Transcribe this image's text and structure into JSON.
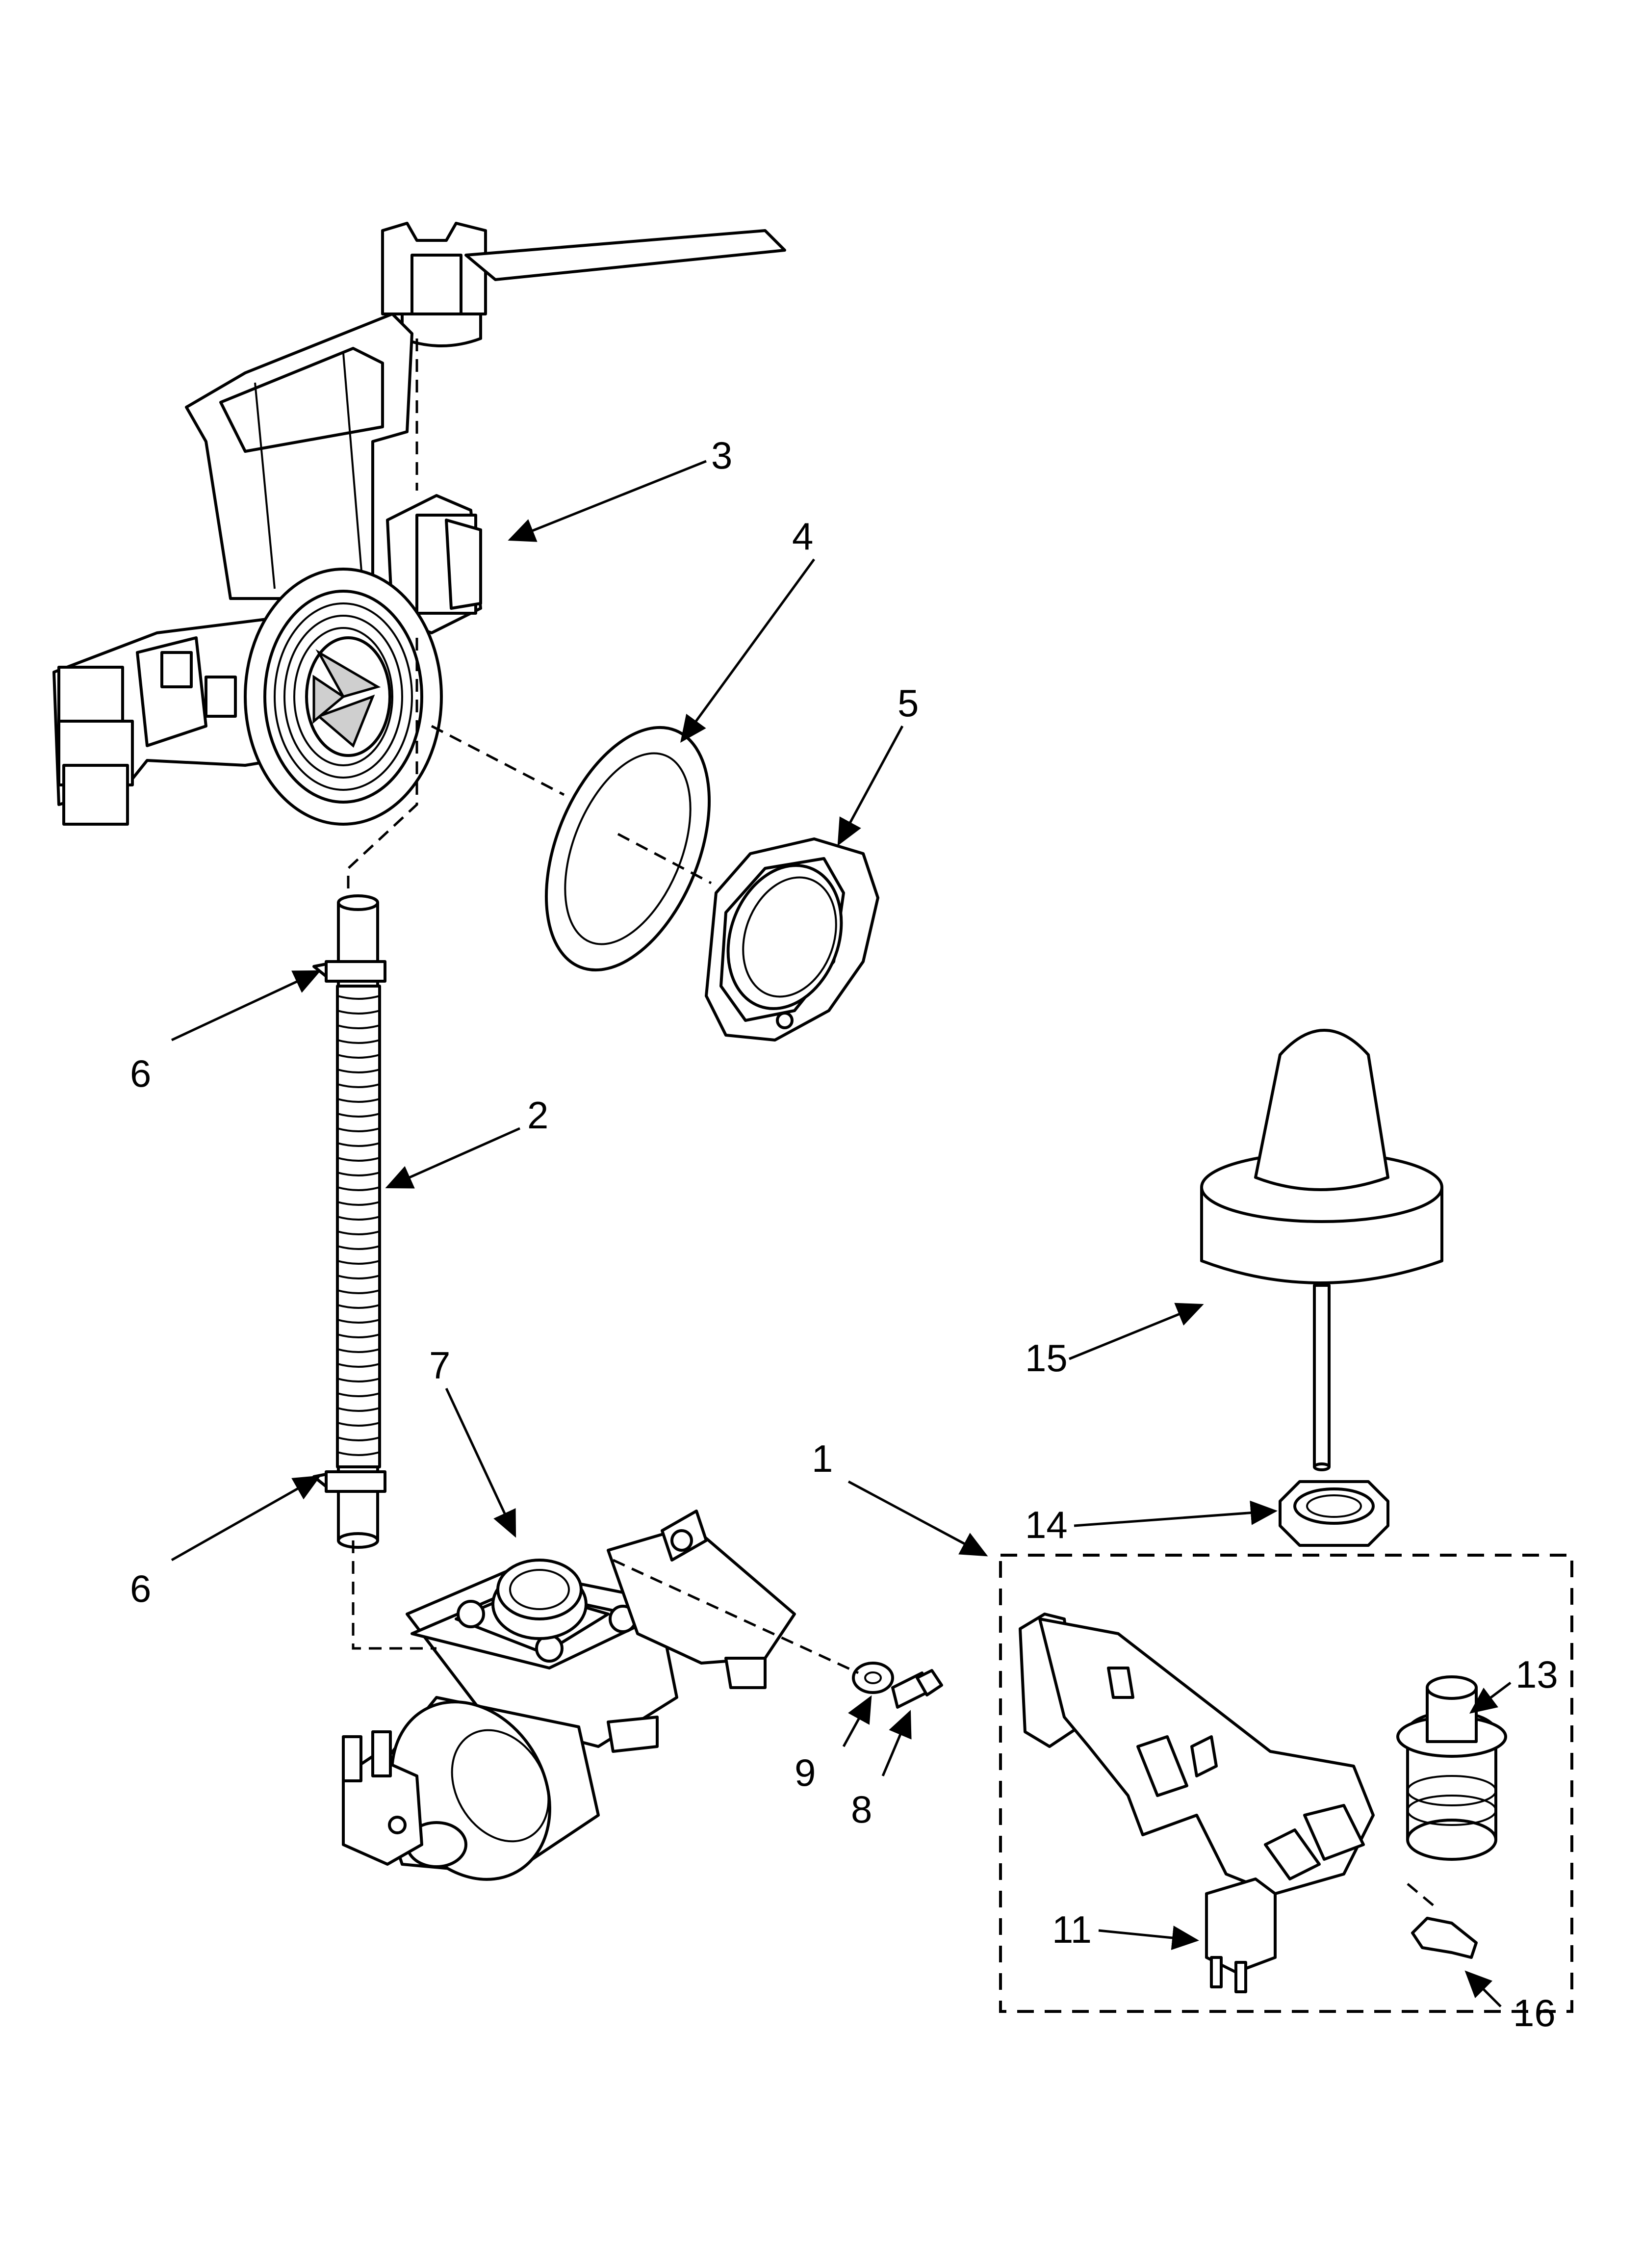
{
  "callouts": {
    "c1": "1",
    "c2": "2",
    "c3": "3",
    "c4": "4",
    "c5": "5",
    "c6a": "6",
    "c6b": "6",
    "c7": "7",
    "c8": "8",
    "c9": "9",
    "c11": "11",
    "c13": "13",
    "c14": "14",
    "c15": "15",
    "c16": "16"
  }
}
